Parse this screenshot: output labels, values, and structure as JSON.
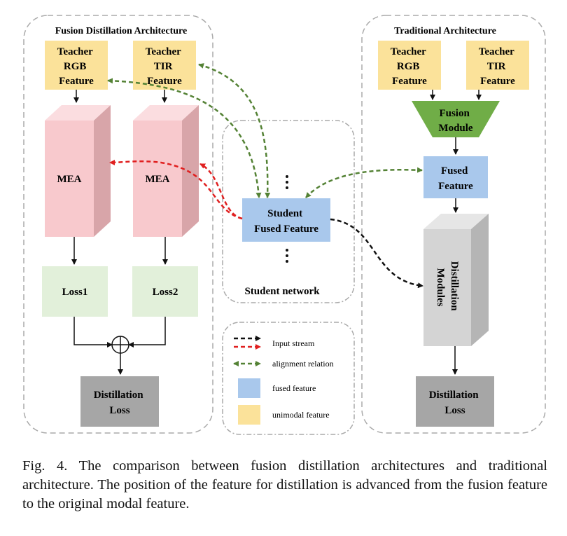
{
  "left": {
    "title": "Fusion Distillation Architecture",
    "teacher_rgb": [
      "Teacher",
      "RGB",
      "Feature"
    ],
    "teacher_tir": [
      "Teacher",
      "TIR",
      "Feature"
    ],
    "mea1": "MEA",
    "mea2": "MEA",
    "loss1": "Loss1",
    "loss2": "Loss2",
    "distill_loss": [
      "Distillation",
      "Loss"
    ]
  },
  "middle": {
    "student_fused": [
      "Student",
      "Fused Feature"
    ],
    "caption": "Student network"
  },
  "legend": {
    "input_stream": "Input stream",
    "alignment": "alignment relation",
    "fused": "fused feature",
    "unimodal": "unimodal feature"
  },
  "right": {
    "title": "Traditional Architecture",
    "teacher_rgb": [
      "Teacher",
      "RGB",
      "Feature"
    ],
    "teacher_tir": [
      "Teacher",
      "TIR",
      "Feature"
    ],
    "fusion_module": [
      "Fusion",
      "Module"
    ],
    "fused_feature": [
      "Fused",
      "Feature"
    ],
    "distill_modules": [
      "Distillation",
      "Modules"
    ],
    "distill_loss": [
      "Distillation",
      "Loss"
    ]
  },
  "colors": {
    "unimodal": "#fbe29a",
    "fused": "#a9c8ec",
    "mea": "#f8c9cd",
    "loss": "#e2f0da",
    "gray": "#a6a6a6",
    "fusion": "#70ad47",
    "alignment": "#548235",
    "input": "#e02020"
  },
  "caption": "Fig. 4.  The comparison between fusion distillation architectures and traditional architecture. The position of the feature for distillation is advanced from the fusion feature to the original modal feature."
}
